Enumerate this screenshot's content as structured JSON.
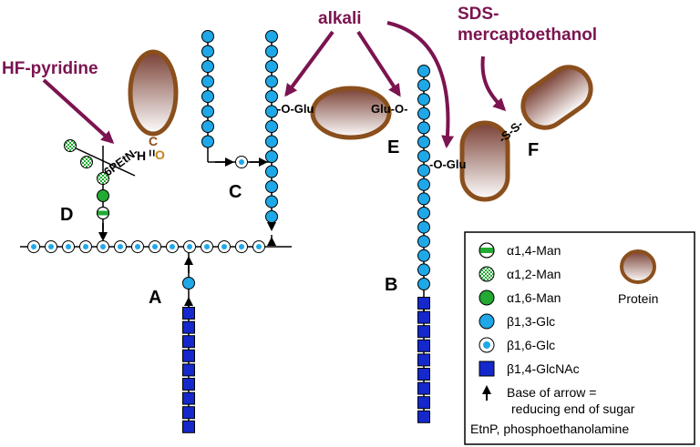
{
  "reagents": {
    "alkali": "alkali",
    "hf": "HF-pyridine",
    "sds_line1": "SDS-",
    "sds_line2": "mercaptoethanol"
  },
  "structures": {
    "A": "A",
    "B": "B",
    "C": "C",
    "D": "D",
    "E": "E",
    "F": "F"
  },
  "bonds": {
    "o_glu": "-O-Glu",
    "glu_o": "Glu-O-",
    "o_glu_b": "-O-Glu",
    "disulfide": "-S-S-",
    "petn": "6PEtN-",
    "c": "C",
    "o": "O",
    "eq": "=",
    "h": "H"
  },
  "legend": {
    "a14man": "α1,4-Man",
    "a12man": "α1,2-Man",
    "a16man": "α1,6-Man",
    "b13glc": "β1,3-Glc",
    "b16glc": "β1,6-Glc",
    "b14glcnac": "β1,4-GlcNAc",
    "arrow_line1": "Base of arrow =",
    "arrow_line2": "reducing end of sugar",
    "etnp": "EtnP, phosphoethanolamine",
    "protein": "Protein"
  },
  "colors": {
    "glucose": "#1fa8e8",
    "mannose_green": "#22aa33",
    "glcnac_blue": "#1428cc",
    "reagent_purple": "#7b1450",
    "protein_border": "#8a4f1c"
  }
}
